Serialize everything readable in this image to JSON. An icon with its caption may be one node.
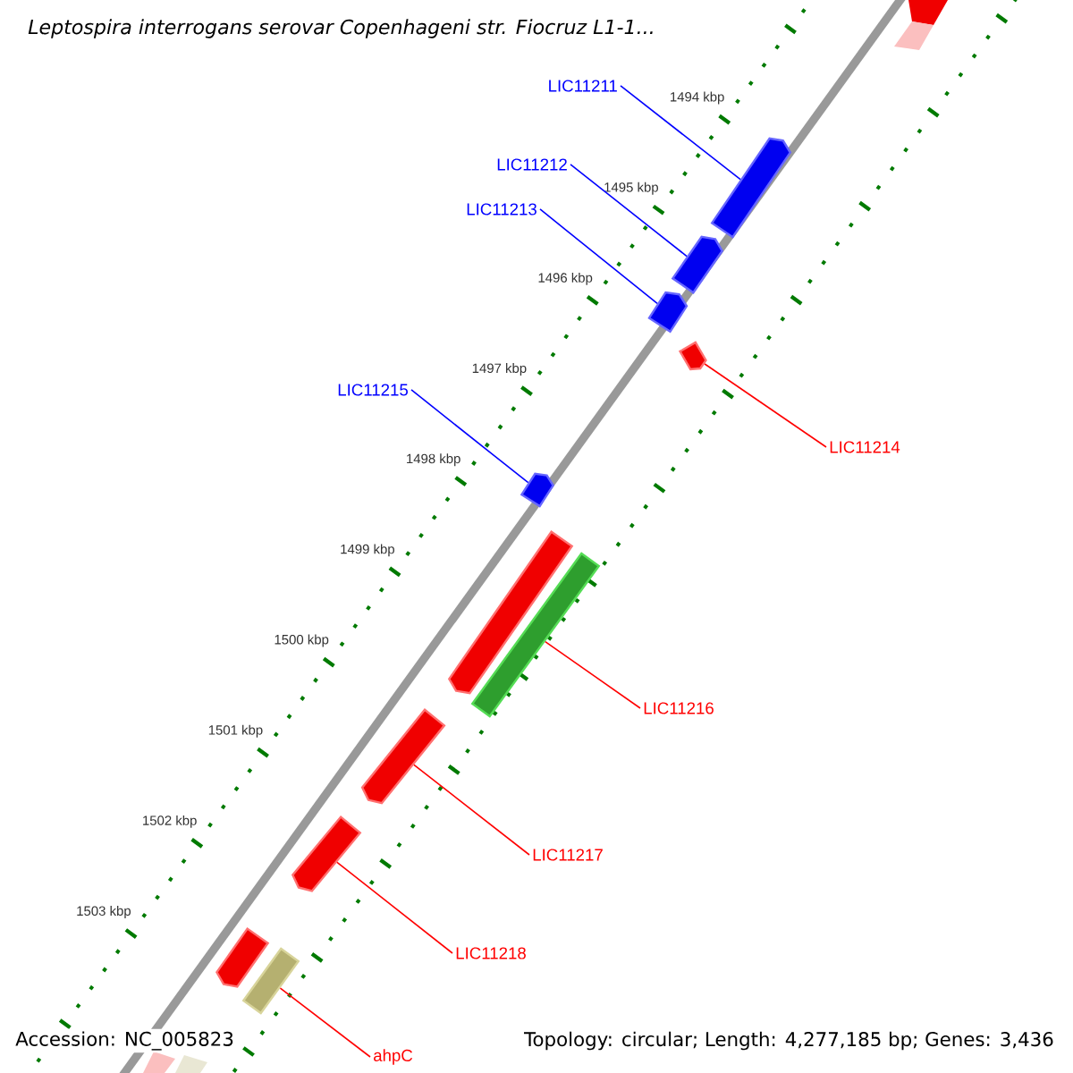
{
  "diagram": {
    "title": "Leptospira interrogans serovar Copenhageni str. Fiocruz L1-1...",
    "nodes": [
      {
        "text": [
          "LIC11211"
        ]
      },
      {
        "text": [],
        "shape": "arrow"
      },
      {
        "text": [
          "LIC11212"
        ]
      },
      {
        "text": [],
        "shape": "arrow"
      },
      {
        "text": [
          "LIC11213"
        ]
      },
      {
        "text": [],
        "shape": "arrow"
      },
      {
        "text": [],
        "shape": "arrow"
      },
      {
        "text": [
          "LIC11214"
        ]
      },
      {
        "text": [
          "LIC11215"
        ]
      },
      {
        "text": [],
        "shape": "arrow"
      },
      {
        "text": [],
        "shape": "arrow"
      },
      {
        "text": [],
        "shape": "bar"
      },
      {
        "text": [
          "LIC11216"
        ]
      },
      {
        "text": [],
        "shape": "arrow"
      },
      {
        "text": [
          "LIC11217"
        ]
      },
      {
        "text": [],
        "shape": "arrow"
      },
      {
        "text": [
          "LIC11218"
        ]
      },
      {
        "text": [],
        "shape": "arrow"
      },
      {
        "text": [],
        "shape": "bar"
      },
      {
        "text": [
          "ahpC"
        ]
      }
    ],
    "edges": [
      {
        "from": 0,
        "to": 1,
        "arrow": "none",
        "color": "#0000ff"
      },
      {
        "from": 2,
        "to": 3,
        "arrow": "none",
        "color": "#0000ff"
      },
      {
        "from": 4,
        "to": 5,
        "arrow": "none",
        "color": "#0000ff"
      },
      {
        "from": 7,
        "to": 6,
        "arrow": "none"
      },
      {
        "from": 8,
        "to": 9,
        "arrow": "none",
        "color": "#0000ff"
      },
      {
        "from": 12,
        "to": 11,
        "arrow": "none"
      },
      {
        "from": 14,
        "to": 13,
        "arrow": "none"
      },
      {
        "from": 16,
        "to": 15,
        "arrow": "none"
      },
      {
        "from": 19,
        "to": 18,
        "arrow": "none"
      }
    ],
    "labels": [
      "1494 kbp",
      "1495 kbp",
      "1496 kbp",
      "1497 kbp",
      "1498 kbp",
      "1499 kbp",
      "1500 kbp",
      "1501 kbp",
      "1502 kbp",
      "1503 kbp",
      "Accession: NC_005823",
      "Topology: circular; Length: 4,277,185 bp; Genes: 3,436"
    ]
  }
}
